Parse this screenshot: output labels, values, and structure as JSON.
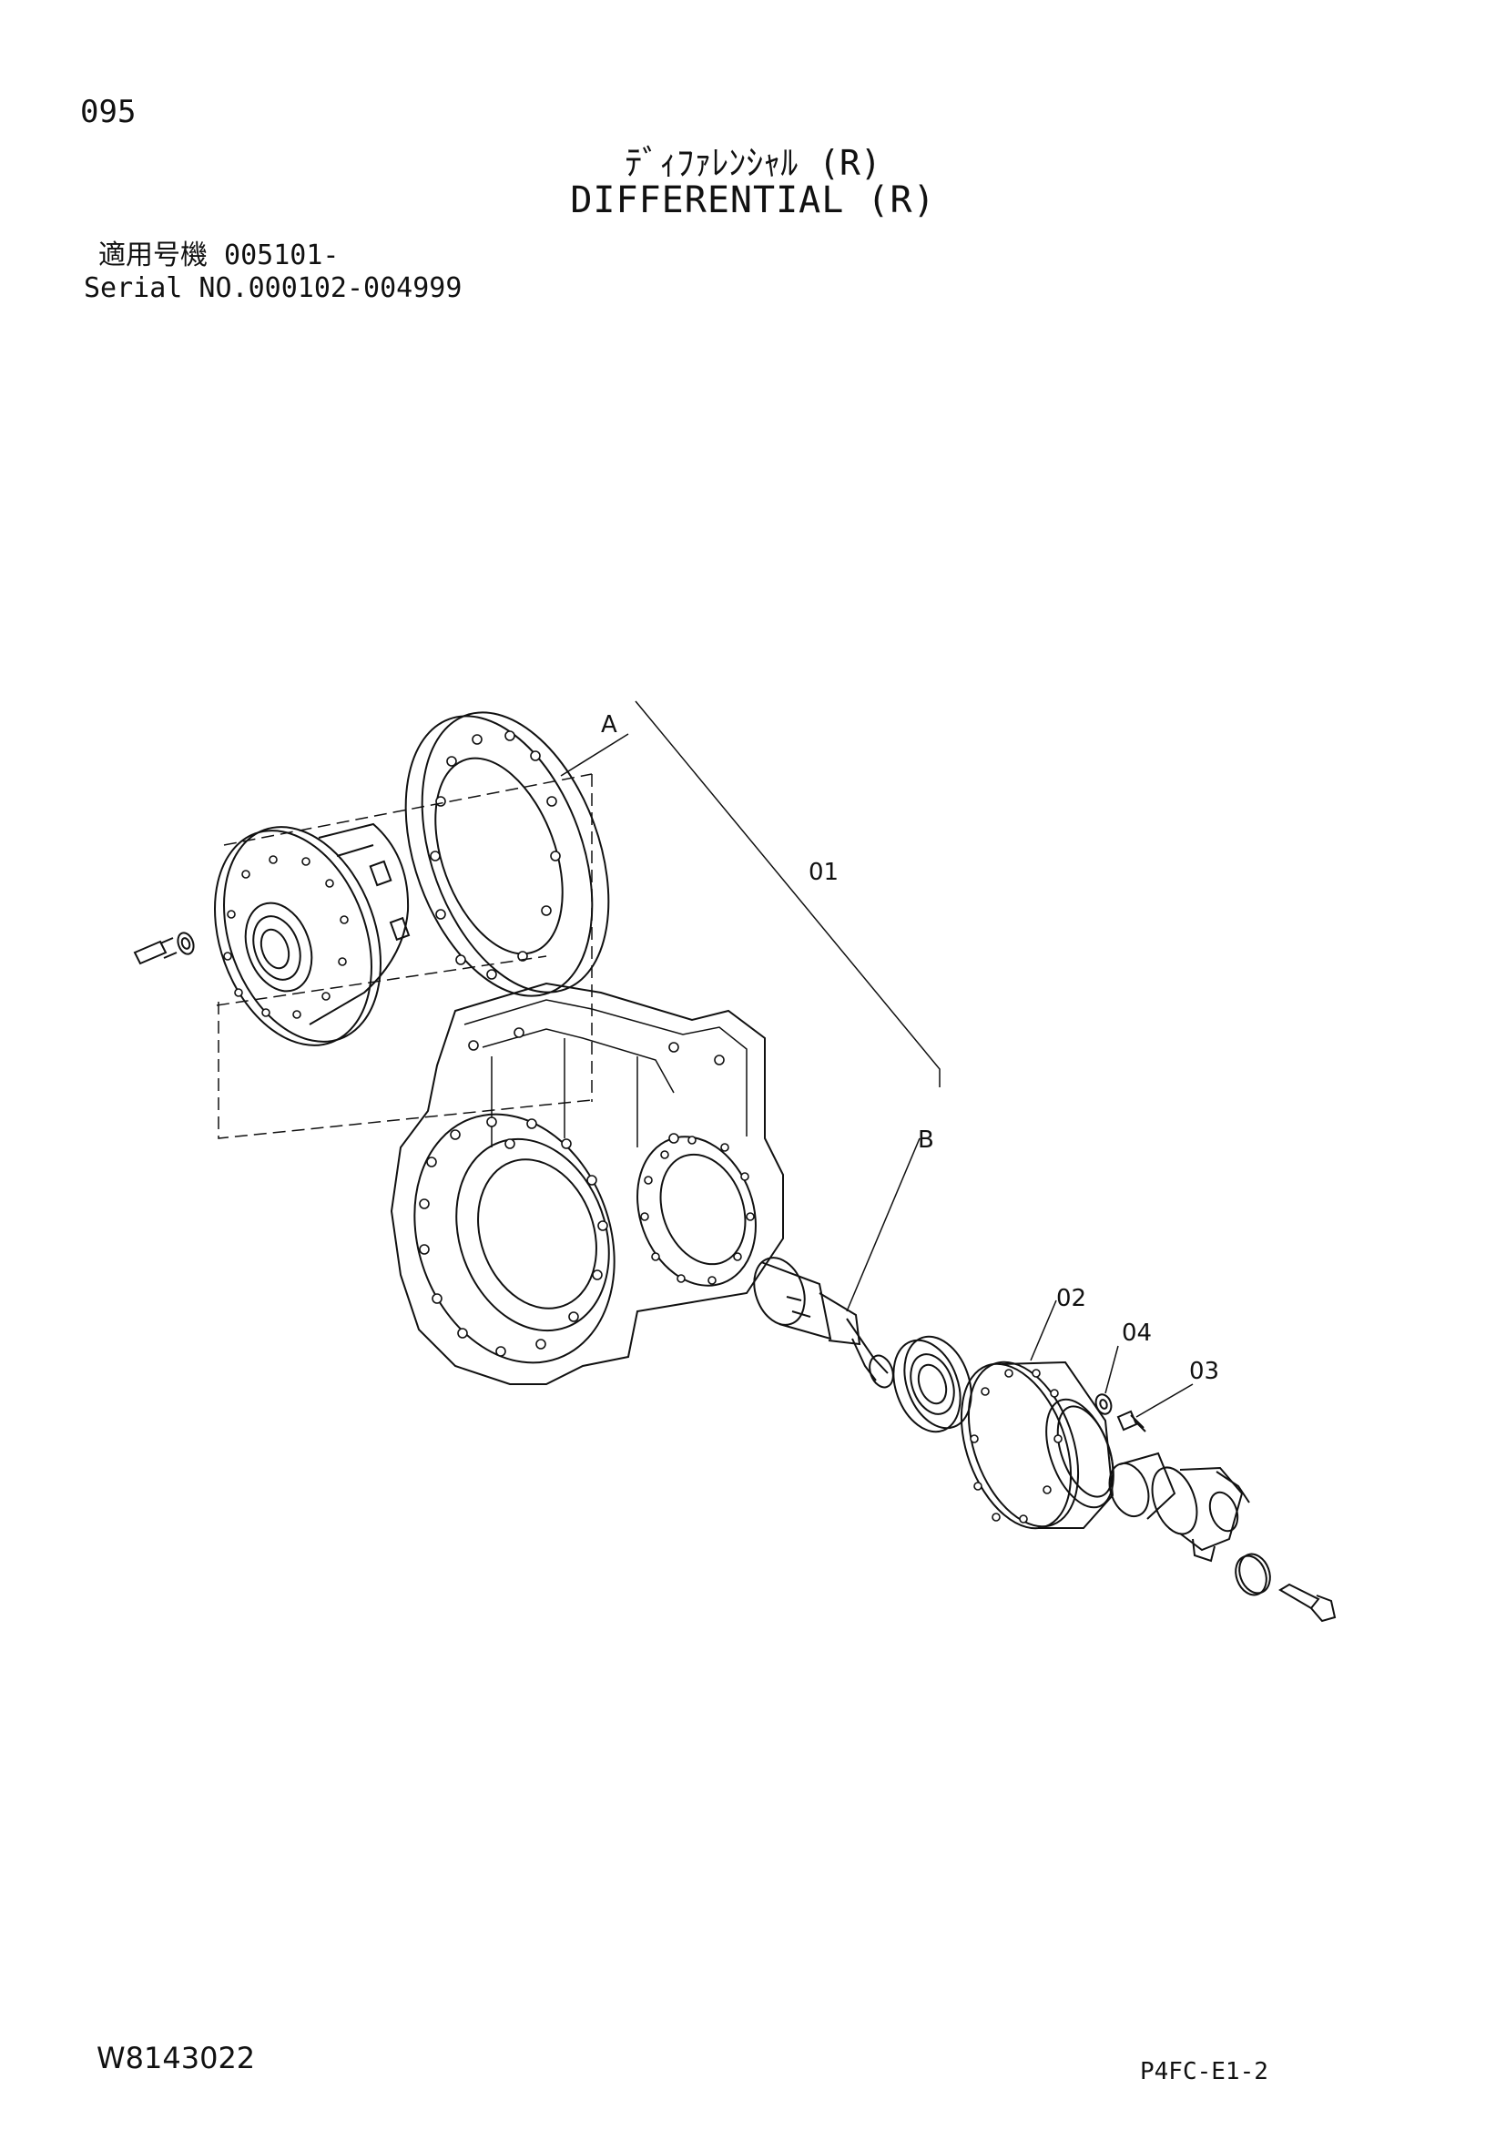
{
  "header": {
    "page_number": "095",
    "title_ja": "ﾃﾞｨﾌｧﾚﾝｼｬﾙ (R)",
    "title_en": "DIFFERENTIAL (R)",
    "applicability_ja": "適用号機 005101-",
    "serial_range": "Serial NO.000102-004999"
  },
  "callouts": {
    "A": "A",
    "B": "B",
    "p01": "01",
    "p02": "02",
    "p03": "03",
    "p04": "04"
  },
  "footer": {
    "drawing_code": "W8143022",
    "page_code": "P4FC-E1-2"
  }
}
